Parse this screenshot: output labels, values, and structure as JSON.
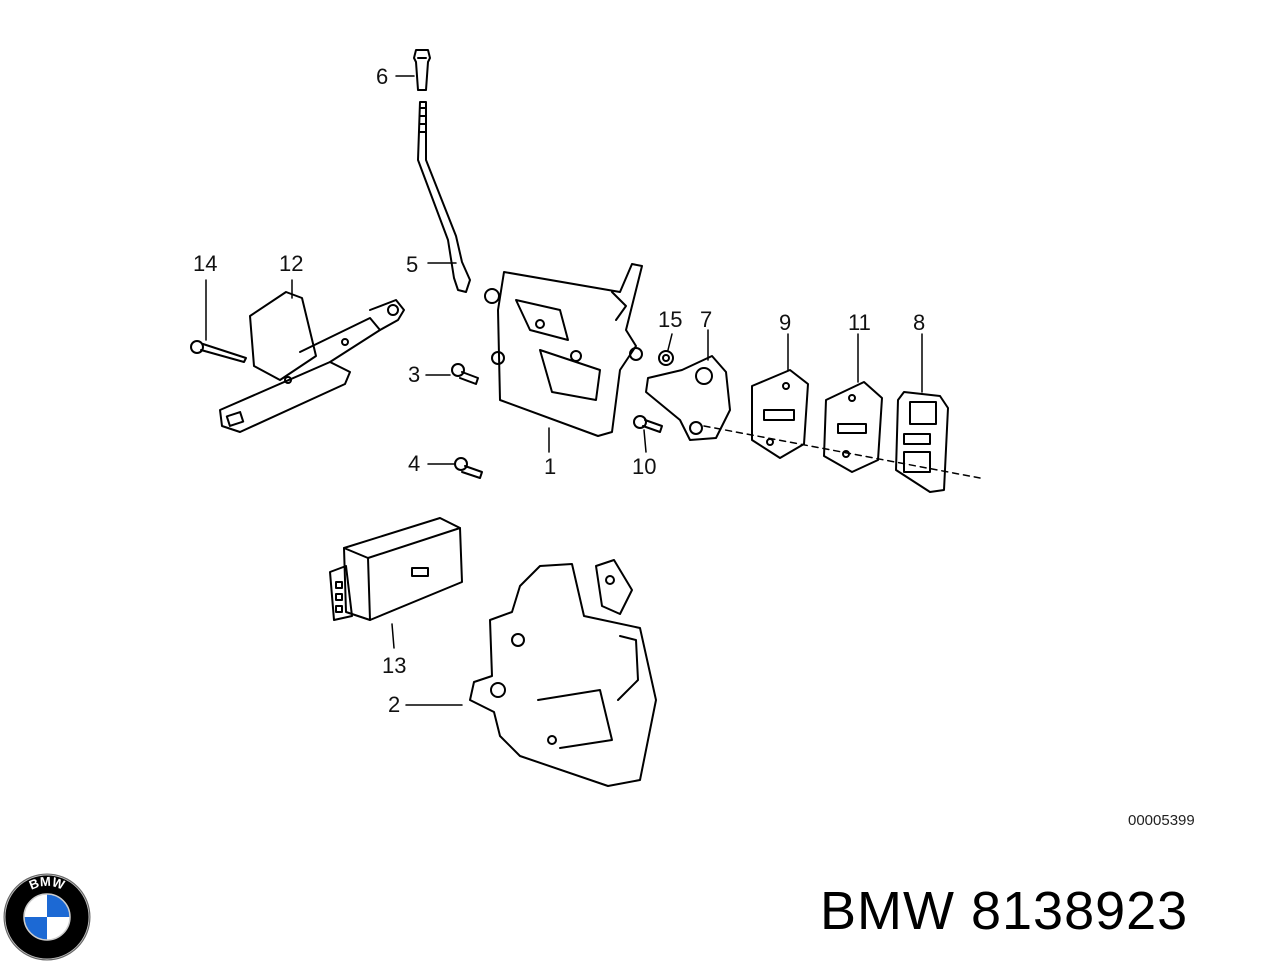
{
  "diagram": {
    "callouts": {
      "c1": "1",
      "c2": "2",
      "c3": "3",
      "c4": "4",
      "c5": "5",
      "c6": "6",
      "c7": "7",
      "c8": "8",
      "c9": "9",
      "c10": "10",
      "c11": "11",
      "c12": "12",
      "c13": "13",
      "c14": "14",
      "c15": "15"
    },
    "reference_code": "00005399"
  },
  "footer": {
    "brand_part": "BMW 8138923",
    "logo_letters": "BMW",
    "logo_colors": {
      "blue": "#1c69d4",
      "white": "#ffffff",
      "ring": "#000000"
    }
  }
}
